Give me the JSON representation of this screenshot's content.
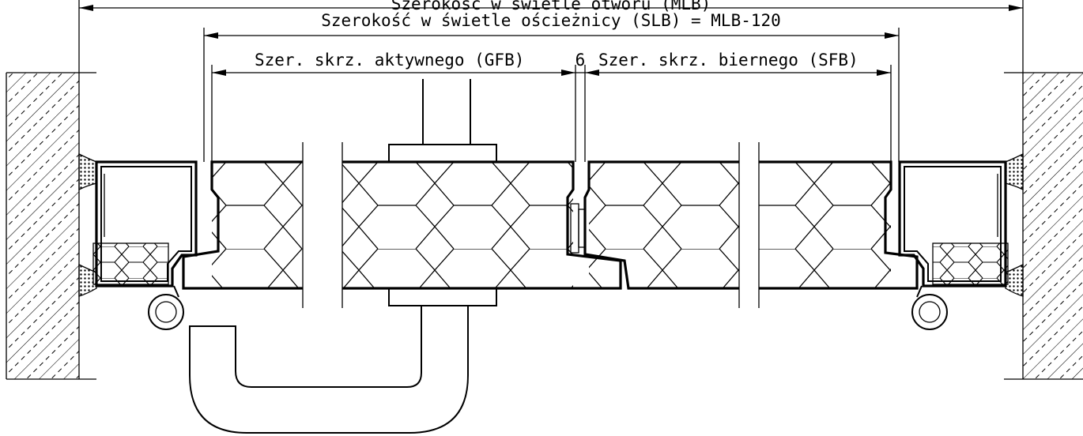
{
  "dimensions": {
    "opening_width": "Szerokość w świetle otworu (MLB)",
    "frame_width": "Szerokość w świetle ościeżnicy (SLB) = MLB-120",
    "active_leaf": "Szer. skrz. aktywnego (GFB)",
    "gap": "6",
    "passive_leaf": "Szer. skrz. biernego (SFB)"
  },
  "colors": {
    "line": "#000000",
    "background": "#ffffff"
  }
}
